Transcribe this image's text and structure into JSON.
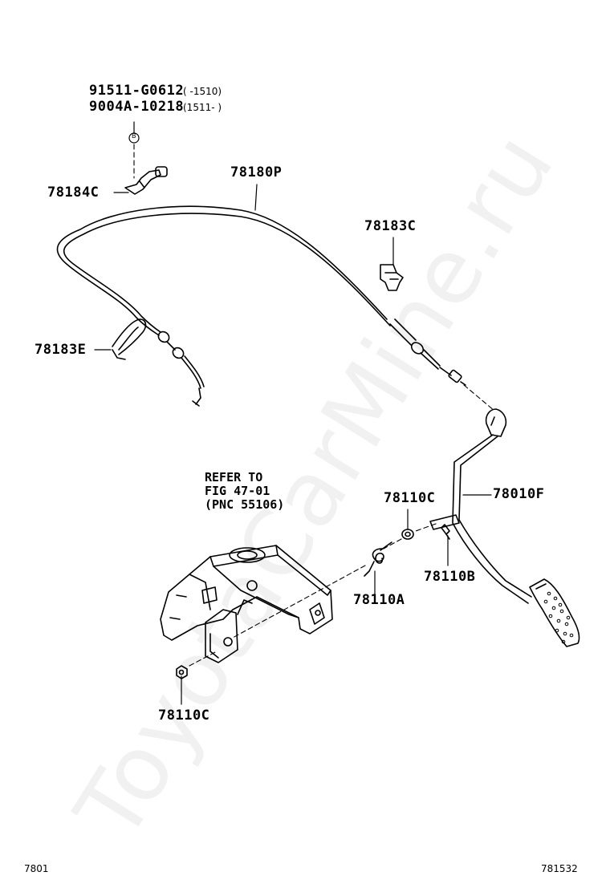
{
  "watermark": "ToyotaCarMine.ru",
  "header_parts": [
    {
      "number": "91511-G0612",
      "range": "(     -1510)"
    },
    {
      "number": "9004A-10218",
      "range": "(1511-     )"
    }
  ],
  "fastener_symbol": "B",
  "labels": {
    "clip_upper": "78184C",
    "cable": "78180P",
    "clip_right": "78183C",
    "clip_left": "78183E",
    "bushing_upper": "78110C",
    "pedal": "78010F",
    "pin": "78110B",
    "spring": "78110A",
    "bushing_lower": "78110C"
  },
  "refer": {
    "line1": "REFER TO",
    "line2": "FIG 47-01",
    "line3": "(PNC 55106)"
  },
  "footer": {
    "left": "7801",
    "right": "781532"
  },
  "colors": {
    "line": "#000000",
    "background": "#ffffff"
  }
}
